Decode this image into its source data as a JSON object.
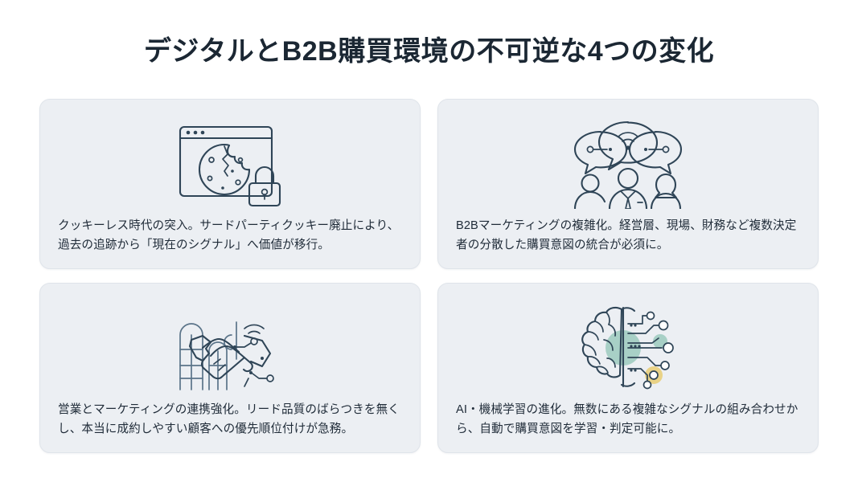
{
  "slide": {
    "title": "デジタルとB2B購買環境の不可逆な4つの変化",
    "background_color": "#ffffff",
    "title_color": "#1b2733",
    "card_background_color": "#eceff3",
    "card_border_color": "#dfe4ea",
    "icon_stroke_color": "#2f4557",
    "accent_teal": "#8ec4b4",
    "accent_amber": "#e8c65c"
  },
  "cards": [
    {
      "id": "cookieless",
      "icon_name": "browser-cookie-lock-icon",
      "text": "クッキーレス時代の突入。サードパーティクッキー廃止により、過去の追跡から「現在のシグナル」へ価値が移行。"
    },
    {
      "id": "b2b-complexity",
      "icon_name": "people-speech-bubbles-icon",
      "text": "B2Bマーケティングの複雑化。経営層、現場、財務など複数決定者の分散した購買意図の統合が必須に。"
    },
    {
      "id": "sales-marketing-alignment",
      "icon_name": "handshake-network-icon",
      "text": "営業とマーケティングの連携強化。リード品質のばらつきを無くし、本当に成約しやすい顧客への優先順位付けが急務。"
    },
    {
      "id": "ai-machine-learning",
      "icon_name": "ai-brain-circuit-icon",
      "text": "AI・機械学習の進化。無数にある複雑なシグナルの組み合わせから、自動で購買意図を学習・判定可能に。"
    }
  ]
}
